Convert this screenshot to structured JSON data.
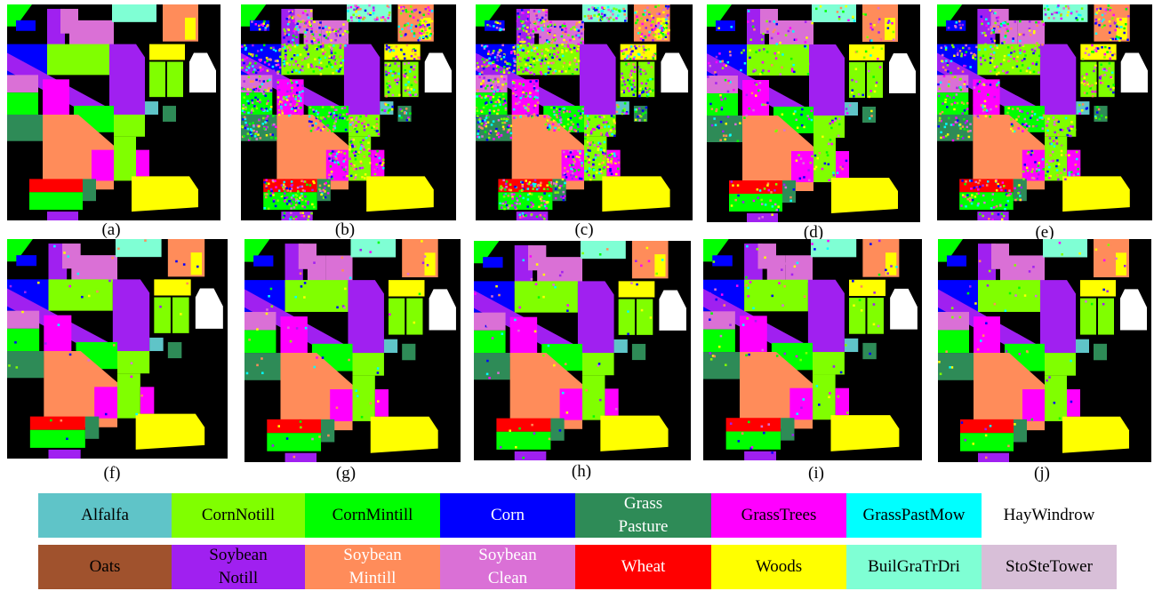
{
  "panels": [
    {
      "id": "a",
      "label": "(a)"
    },
    {
      "id": "b",
      "label": "(b)"
    },
    {
      "id": "c",
      "label": "(c)"
    },
    {
      "id": "d",
      "label": "(d)"
    },
    {
      "id": "e",
      "label": "(e)"
    },
    {
      "id": "f",
      "label": "(f)"
    },
    {
      "id": "g",
      "label": "(g)"
    },
    {
      "id": "h",
      "label": "(h)"
    },
    {
      "id": "i",
      "label": "(i)"
    },
    {
      "id": "j",
      "label": "(j)"
    }
  ],
  "legend": {
    "row1": [
      {
        "lines": [
          "Alfalfa"
        ],
        "color": "#5fc4c8",
        "text_color": "#000000"
      },
      {
        "lines": [
          "CornNotill"
        ],
        "color": "#80ff00",
        "text_color": "#000000"
      },
      {
        "lines": [
          "CornMintill"
        ],
        "color": "#00ff00",
        "text_color": "#000000"
      },
      {
        "lines": [
          "Corn"
        ],
        "color": "#0000ff",
        "text_color": "#ffffff"
      },
      {
        "lines": [
          "Grass",
          "Pasture"
        ],
        "color": "#2e8b57",
        "text_color": "#ffffff"
      },
      {
        "lines": [
          "GrassTrees"
        ],
        "color": "#ff00ff",
        "text_color": "#000000"
      },
      {
        "lines": [
          "GrassPastMow"
        ],
        "color": "#00ffff",
        "text_color": "#000000"
      },
      {
        "lines": [
          "HayWindrow"
        ],
        "color": "#ffffff",
        "text_color": "#000000"
      }
    ],
    "row2": [
      {
        "lines": [
          "Oats"
        ],
        "color": "#a0522d",
        "text_color": "#000000"
      },
      {
        "lines": [
          "Soybean",
          "Notill"
        ],
        "color": "#a020f0",
        "text_color": "#000000"
      },
      {
        "lines": [
          "Soybean",
          "Mintill"
        ],
        "color": "#ff8c5a",
        "text_color": "#ffffff"
      },
      {
        "lines": [
          "Soybean",
          "Clean"
        ],
        "color": "#da70d6",
        "text_color": "#ffffff"
      },
      {
        "lines": [
          "Wheat"
        ],
        "color": "#ff0000",
        "text_color": "#ffffff"
      },
      {
        "lines": [
          "Woods"
        ],
        "color": "#ffff00",
        "text_color": "#000000"
      },
      {
        "lines": [
          "BuilGraTrDri"
        ],
        "color": "#7fffd4",
        "text_color": "#000000"
      },
      {
        "lines": [
          "StoSteTower"
        ],
        "color": "#d8bfd8",
        "text_color": "#000000"
      }
    ]
  }
}
